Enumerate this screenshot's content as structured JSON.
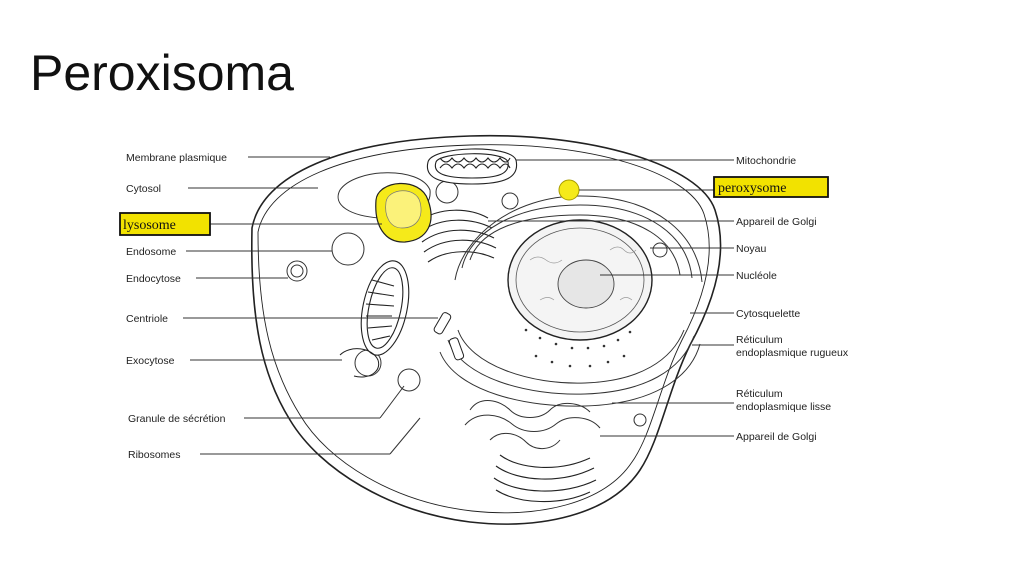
{
  "title": "Peroxisoma",
  "colors": {
    "highlight": "#f2e200",
    "highlight_fill": "#f5ea1a",
    "ink": "#222222"
  },
  "labels": {
    "membrane_plasmique": "Membrane plasmique",
    "cytosol": "Cytosol",
    "lysosome": "lysosome",
    "endosome": "Endosome",
    "endocytose": "Endocytose",
    "centriole": "Centriole",
    "exocytose": "Exocytose",
    "granule": "Granule de sécrétion",
    "ribosomes": "Ribosomes",
    "mitochondrie": "Mitochondrie",
    "peroxysome": "peroxysome",
    "golgi_top": "Appareil de Golgi",
    "noyau": "Noyau",
    "nucleole": "Nucléole",
    "cytosquelette": "Cytosquelette",
    "rer_1": "Réticulum",
    "rer_2": "endoplasmique rugueux",
    "rel_1": "Réticulum",
    "rel_2": "endoplasmique lisse",
    "golgi_bottom": "Appareil de Golgi"
  }
}
